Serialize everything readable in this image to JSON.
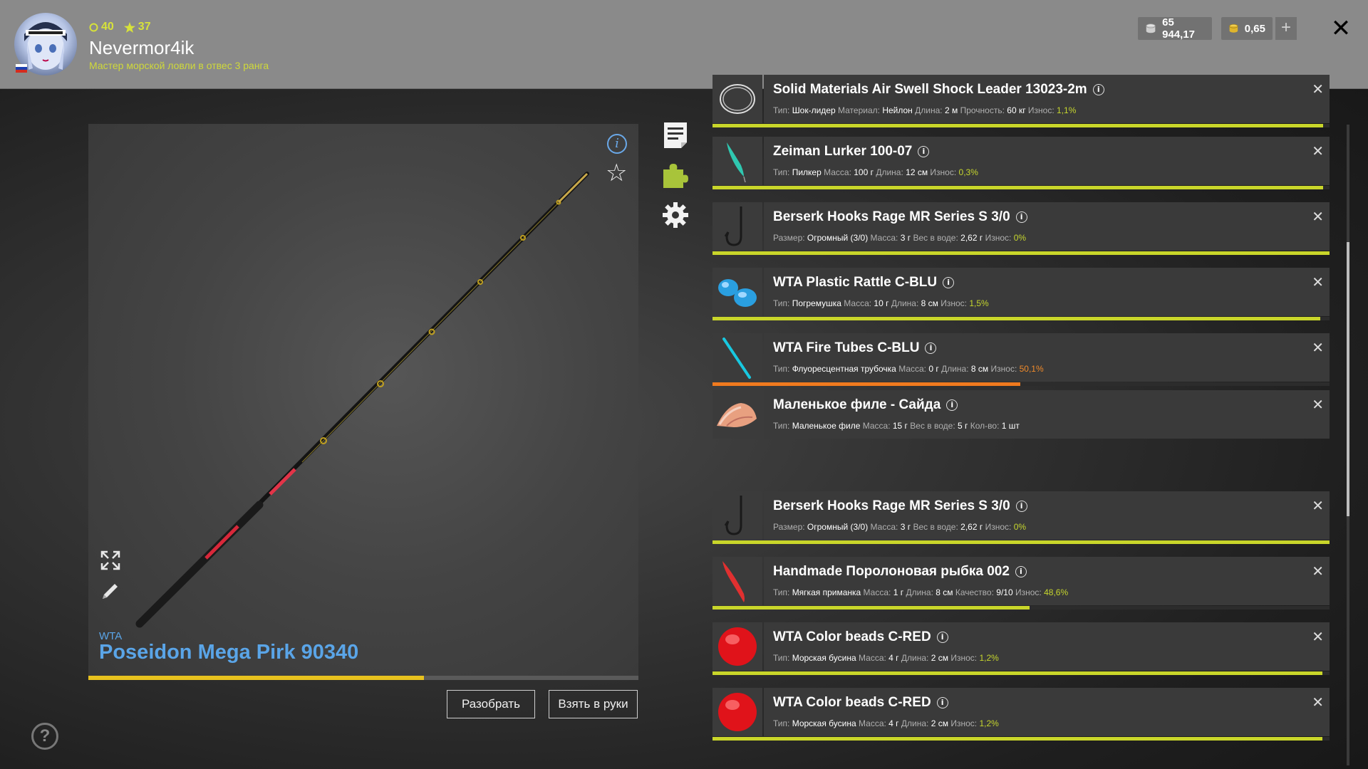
{
  "player": {
    "level": "40",
    "stars": "37",
    "name": "Nevermor4ik",
    "rank": "Мастер морской ловли в отвес 3 ранга"
  },
  "currency": {
    "silver": "65 944,17",
    "gold": "0,65",
    "add": "+"
  },
  "rod": {
    "brand": "WTA",
    "name": "Poseidon Mega Pirk 90340",
    "condition": 0.61
  },
  "buttons": {
    "disassemble": "Разобрать",
    "take": "Взять в руки"
  },
  "items": [
    {
      "title": "Solid Materials Air Swell Shock Leader 13023-2m",
      "props": [
        {
          "k": "Тип:",
          "v": "Шок-лидер"
        },
        {
          "k": "Материал:",
          "v": "Нейлон"
        },
        {
          "k": "Длина:",
          "v": "2 м"
        },
        {
          "k": "Прочность:",
          "v": "60 кг"
        }
      ],
      "wear_label": "Износ:",
      "wear": "1,1%",
      "bar": 0.99,
      "thumb": "leader-icon"
    },
    {
      "title": "Zeiman Lurker 100-07",
      "props": [
        {
          "k": "Тип:",
          "v": "Пилкер"
        },
        {
          "k": "Масса:",
          "v": "100 г"
        },
        {
          "k": "Длина:",
          "v": "12 см"
        }
      ],
      "wear_label": "Износ:",
      "wear": "0,3%",
      "bar": 0.99,
      "thumb": "pilker-icon"
    },
    {
      "title": "Berserk Hooks Rage MR Series S 3/0",
      "props": [
        {
          "k": "Размер:",
          "v": "Огромный (3/0)"
        },
        {
          "k": "Масса:",
          "v": "3 г"
        },
        {
          "k": "Вес в воде:",
          "v": "2,62 г"
        }
      ],
      "wear_label": "Износ:",
      "wear": "0%",
      "bar": 1.0,
      "thumb": "hook-icon"
    },
    {
      "title": "WTA Plastic Rattle C-BLU",
      "props": [
        {
          "k": "Тип:",
          "v": "Погремушка"
        },
        {
          "k": "Масса:",
          "v": "10 г"
        },
        {
          "k": "Длина:",
          "v": "8 см"
        }
      ],
      "wear_label": "Износ:",
      "wear": "1,5%",
      "bar": 0.985,
      "thumb": "rattle-icon"
    },
    {
      "title": "WTA Fire Tubes C-BLU",
      "props": [
        {
          "k": "Тип:",
          "v": "Флуоресцентная трубочка"
        },
        {
          "k": "Масса:",
          "v": "0 г"
        },
        {
          "k": "Длина:",
          "v": "8 см"
        }
      ],
      "wear_label": "Износ:",
      "wear": "50,1%",
      "bar": 0.499,
      "hi": true,
      "thumb": "tube-icon"
    },
    {
      "title": "Маленькое филе - Сайда",
      "props": [
        {
          "k": "Тип:",
          "v": "Маленькое филе"
        },
        {
          "k": "Масса:",
          "v": "15 г"
        },
        {
          "k": "Вес в воде:",
          "v": "5 г"
        },
        {
          "k": "Кол-во:",
          "v": "1 шт"
        }
      ],
      "wear_label": "",
      "wear": "",
      "bar": null,
      "thumb": "fillet-icon"
    },
    {
      "title": "Berserk Hooks Rage MR Series S 3/0",
      "props": [
        {
          "k": "Размер:",
          "v": "Огромный (3/0)"
        },
        {
          "k": "Масса:",
          "v": "3 г"
        },
        {
          "k": "Вес в воде:",
          "v": "2,62 г"
        }
      ],
      "wear_label": "Износ:",
      "wear": "0%",
      "bar": 1.0,
      "thumb": "hook-icon"
    },
    {
      "title": "Handmade Поролоновая рыбка 002",
      "props": [
        {
          "k": "Тип:",
          "v": "Мягкая приманка"
        },
        {
          "k": "Масса:",
          "v": "1 г"
        },
        {
          "k": "Длина:",
          "v": "8 см"
        },
        {
          "k": "Качество:",
          "v": "9/10"
        }
      ],
      "wear_label": "Износ:",
      "wear": "48,6%",
      "bar": 0.514,
      "thumb": "foam-fish-icon"
    },
    {
      "title": "WTA Color beads C-RED",
      "props": [
        {
          "k": "Тип:",
          "v": "Морская бусина"
        },
        {
          "k": "Масса:",
          "v": "4 г"
        },
        {
          "k": "Длина:",
          "v": "2 см"
        }
      ],
      "wear_label": "Износ:",
      "wear": "1,2%",
      "bar": 0.988,
      "thumb": "bead-icon"
    },
    {
      "title": "WTA Color beads C-RED",
      "props": [
        {
          "k": "Тип:",
          "v": "Морская бусина"
        },
        {
          "k": "Масса:",
          "v": "4 г"
        },
        {
          "k": "Длина:",
          "v": "2 см"
        }
      ],
      "wear_label": "Износ:",
      "wear": "1,2%",
      "bar": 0.988,
      "thumb": "bead-icon"
    }
  ],
  "help": "?"
}
